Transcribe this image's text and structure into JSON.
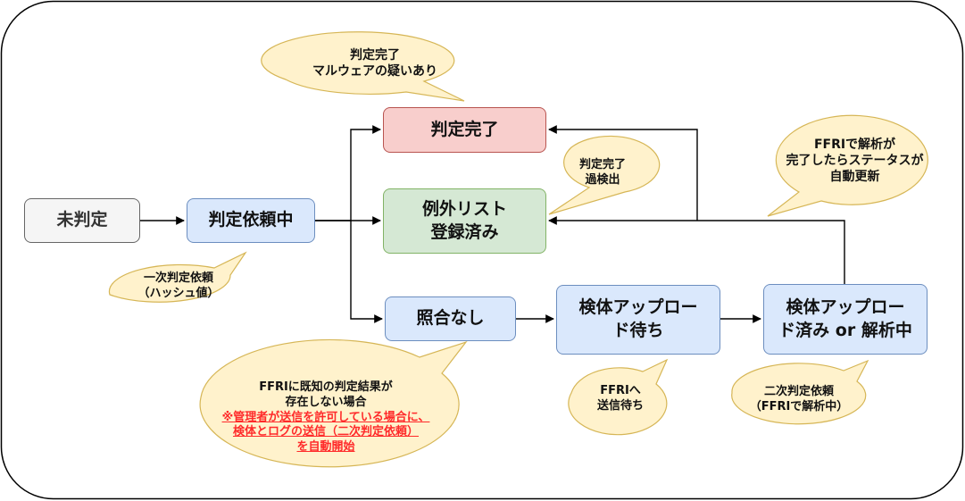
{
  "nodes": {
    "mihantei": "未判定",
    "irai": "判定依頼中",
    "kanryo": "判定完了",
    "reigai_1": "例外リスト",
    "reigai_2": "登録済み",
    "shogo": "照合なし",
    "upload_wait_1": "検体アップロー",
    "upload_wait_2": "ド待ち",
    "upload_done_1": "検体アップロー",
    "upload_done_2": "ド済み or 解析中"
  },
  "callouts": {
    "malware": [
      "判定完了",
      "マルウェアの疑いあり"
    ],
    "false_positive": [
      "判定完了",
      "過検出"
    ],
    "ffri_auto": [
      "FFRIで解析が",
      "完了したらステータスが",
      "自動更新"
    ],
    "hash": [
      "一次判定依頼",
      "（ハッシュ値）"
    ],
    "no_match": [
      "FFRIに既知の判定結果が",
      "存在しない場合"
    ],
    "no_match_warning": [
      "※管理者が送信を許可している場合に、",
      "検体とログの送信（二次判定依頼）",
      "を自動開始"
    ],
    "send_wait": [
      "FFRIへ",
      "送信待ち"
    ],
    "second": [
      "二次判定依頼",
      "（FFRIで解析中）"
    ]
  },
  "colors": {
    "gray": "#f5f5f5",
    "blue": "#dae8fc",
    "red": "#f8cecc",
    "green": "#d5e8d4",
    "callout": "#fff2cc",
    "callout_border": "#d6b656",
    "warning_text": "#ff2a2a"
  }
}
